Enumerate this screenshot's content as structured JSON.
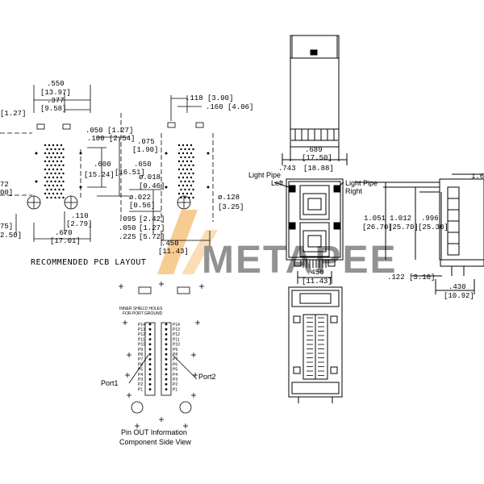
{
  "pcb_layout": {
    "caption": "RECOMMENDED PCB LAYOUT",
    "dims": {
      "d550": ".550",
      "d550mm": "[13.97]",
      "d377": ".377",
      "d377mm": "[9.58]",
      "d127a": "[1.27]",
      "d050": ".050 [1.27]",
      "d100": ".100 [2.54]",
      "d075": ".075",
      "d075mm": "[1.90]",
      "d650": ".650",
      "d650mm": "[16.51]",
      "d600": ".600",
      "d600mm": "[15.24]",
      "d018": "ø.018",
      "d018mm": "[0.46]",
      "d022": "ø.022",
      "d022mm": "[0.56]",
      "d118": ".118 [3.00]",
      "d160": ".160 [4.06]",
      "d128": "ø.128",
      "d128mm": "[3.25]",
      "d095": ".095",
      "d095mm": "[2.42]",
      "d050b": ".050",
      "d050bmm": "[1.27]",
      "d225": ".225",
      "d225mm": "[5.72]",
      "d450": ".450",
      "d450mm": "[11.43]",
      "d110": ".110",
      "d110mm": "[2.79]",
      "d670": ".670",
      "d670mm": "[17.01]",
      "d72": "72",
      "d00": "00]",
      "d75": "75]",
      "d250": "2.50]"
    }
  },
  "pinout": {
    "caption1": "Pin OUT Information",
    "caption2": "Component Side View",
    "shield_label1": "INNER SHIELD HOLES",
    "shield_label2": "FOR PORT GROUND",
    "port1": "Port1",
    "port2": "Port2",
    "left_pins": [
      "P14",
      "P13",
      "P12",
      "P11",
      "P10",
      "P9",
      "P8",
      "P7",
      "P6",
      "P5",
      "P4",
      "P3",
      "P2",
      "P1"
    ],
    "right_pins": [
      "P14",
      "P13",
      "P12",
      "P11",
      "P10",
      "P9",
      "P8",
      "P7",
      "P6",
      "P5",
      "P4",
      "P3",
      "P2",
      "P1"
    ]
  },
  "front_view": {
    "light_pipe_left_1": "Light Pipe",
    "light_pipe_left_2": "Left",
    "light_pipe_right_1": "Light Pipe",
    "light_pipe_right_2": "Right",
    "d689": ".689",
    "d689mm": "[17.50]",
    "d743": ".743",
    "d743mm": "[18.88]",
    "d450": ".450",
    "d450mm": "[11.43]"
  },
  "side_view": {
    "d16": "1.6",
    "d1051": "1.051",
    "d1051mm": "[26.70]",
    "d1012": "1.012",
    "d1012mm": "[25.70]",
    "d996": ".996",
    "d996mm": "[25.30]",
    "d122": ".122 [3.10]",
    "d430": ".430",
    "d430mm": "[10.92]"
  },
  "watermark": {
    "text": "METAPEE",
    "color_dark": "#3a3a3a",
    "color_accent": "#f2a33a"
  }
}
